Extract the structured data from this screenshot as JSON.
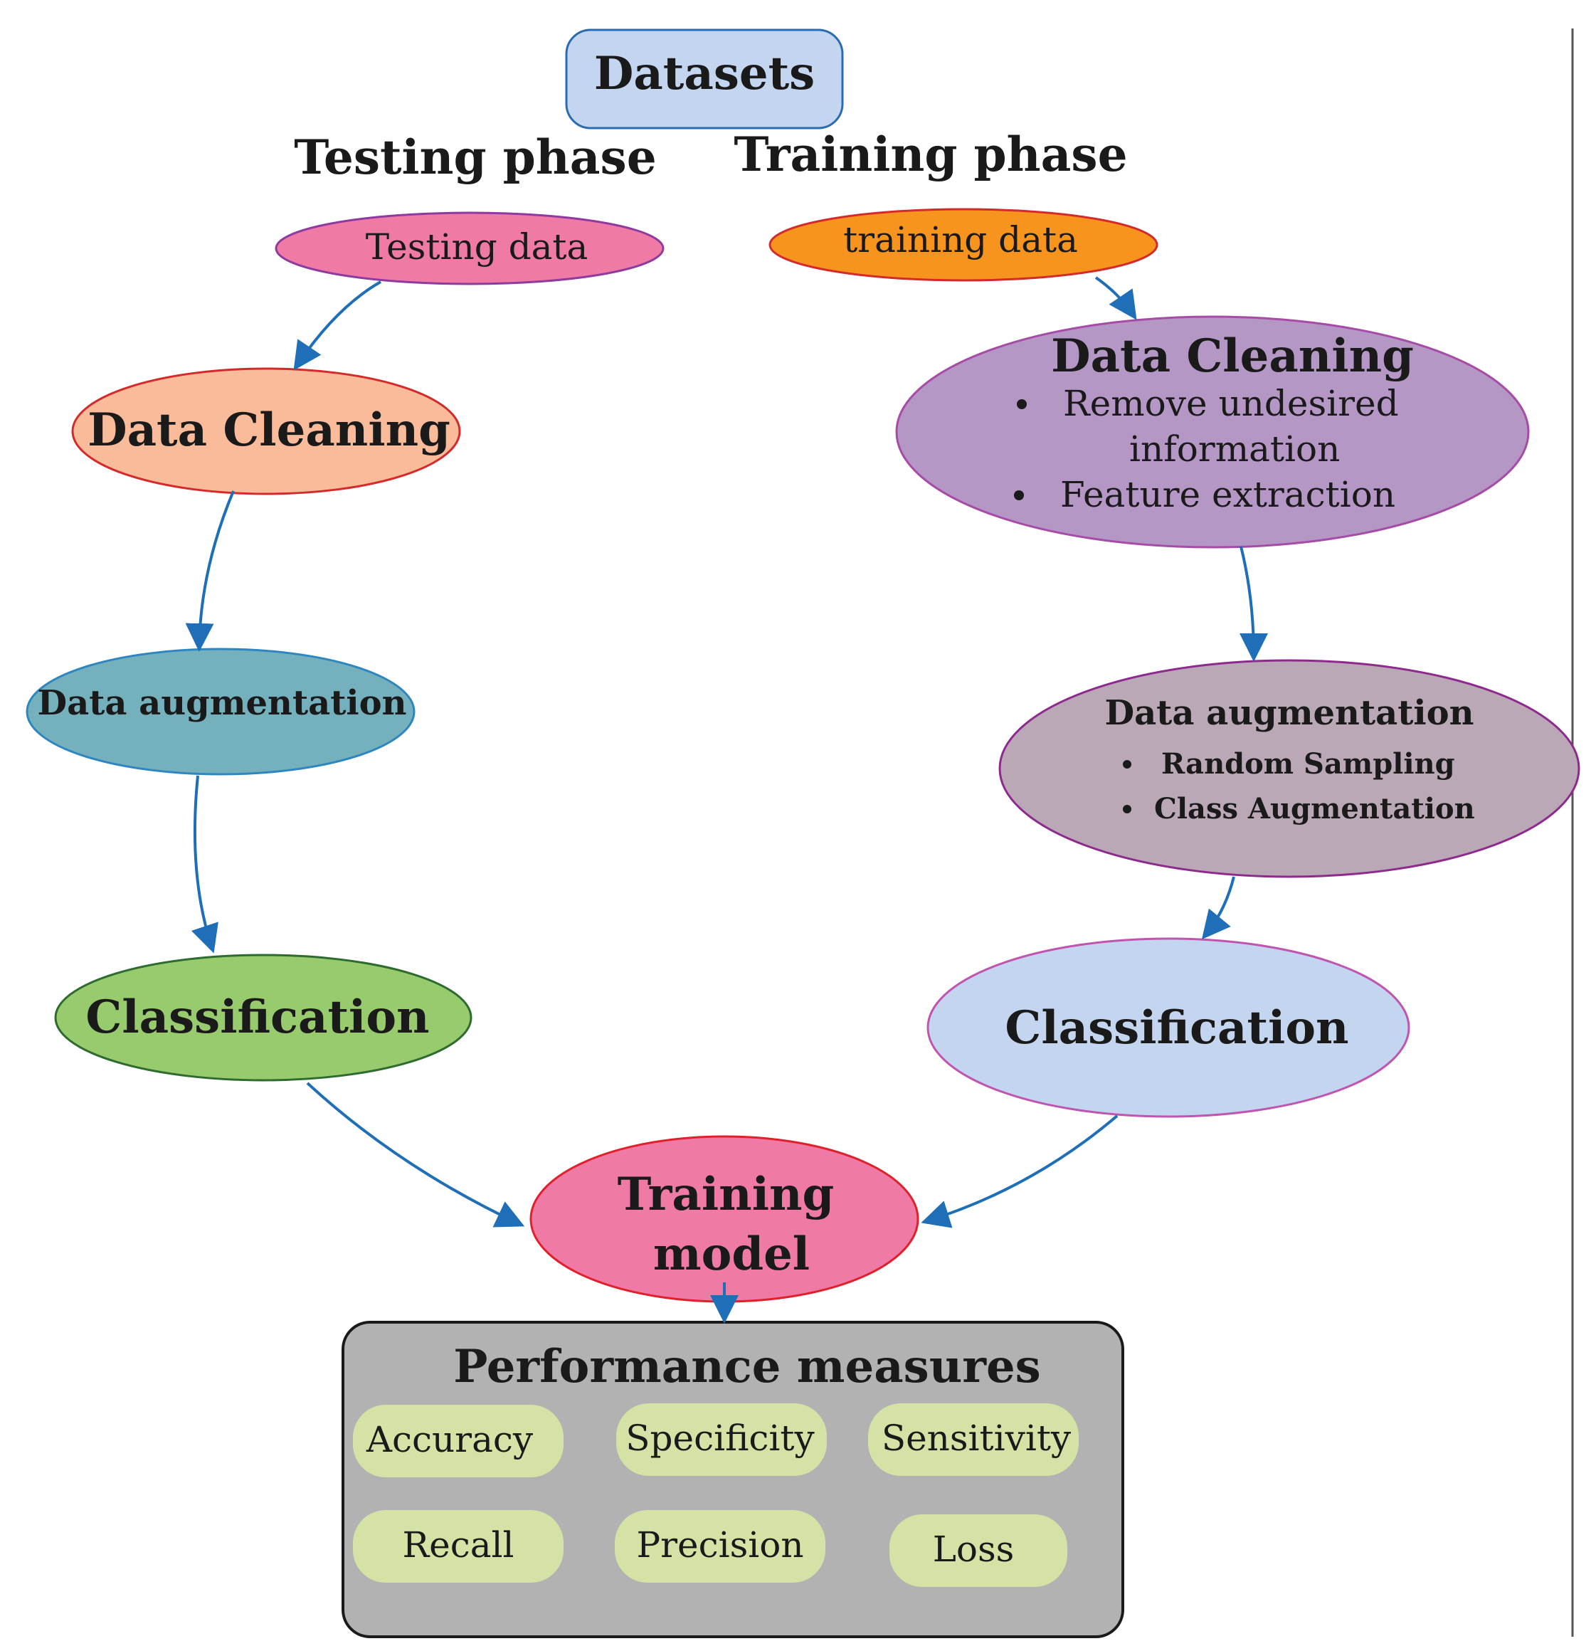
{
  "datasets": "Datasets",
  "testing_phase": "Testing phase",
  "training_phase": "Training phase",
  "testing": {
    "data": "Testing data",
    "cleaning": "Data Cleaning",
    "augmentation": "Data augmentation",
    "classification": "Classification"
  },
  "training": {
    "data": "training data",
    "cleaning_title": "Data Cleaning",
    "cleaning_items": [
      "Remove undesired",
      "information",
      "Feature extraction"
    ],
    "augmentation_title": "Data augmentation",
    "augmentation_items": [
      "Random Sampling",
      "Class Augmentation"
    ],
    "classification": "Classification"
  },
  "training_model": [
    "Training",
    "model"
  ],
  "performance": {
    "title": "Performance measures",
    "metrics": [
      "Accuracy",
      "Specificity",
      "Sensitivity",
      "Recall",
      "Precision",
      "Loss"
    ]
  },
  "colors": {
    "datasets": "#c3d5ef",
    "testing_data": "#f07aa6",
    "training_data": "#f7941d",
    "test_cleaning": "#f9bb9a",
    "test_augmentation": "#74b1bd",
    "test_classification": "#97cb6d",
    "train_cleaning": "#b597c6",
    "train_augmentation": "#baa8b7",
    "train_classification": "#c3d5ef",
    "training_model": "#f07aa6",
    "performance_box": "#b2b2b2",
    "metric_pill": "#d4e3a5",
    "arrow": "#1e6fb8"
  }
}
